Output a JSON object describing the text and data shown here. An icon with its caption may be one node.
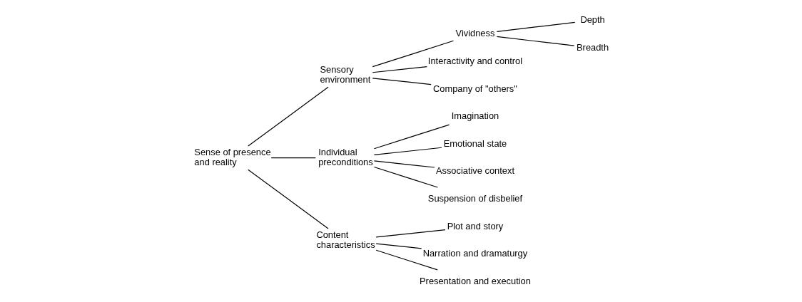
{
  "diagram": {
    "nodes": [
      {
        "text": [
          "Sense of presence and reality"
        ]
      },
      {
        "text": [
          "Sensory environment"
        ]
      },
      {
        "text": [
          "Vividness"
        ]
      },
      {
        "text": [
          "Depth"
        ]
      },
      {
        "text": [
          "Breadth"
        ]
      },
      {
        "text": [
          "Interactivity and control"
        ]
      },
      {
        "text": [
          "Company of \"others\""
        ]
      },
      {
        "text": [
          "Individual preconditions"
        ]
      },
      {
        "text": [
          "Imagination"
        ]
      },
      {
        "text": [
          "Emotional state"
        ]
      },
      {
        "text": [
          "Associative context"
        ]
      },
      {
        "text": [
          "Suspension of disbelief"
        ]
      },
      {
        "text": [
          "Content characteristics"
        ]
      },
      {
        "text": [
          "Plot and story"
        ]
      },
      {
        "text": [
          "Narration and dramaturgy"
        ]
      },
      {
        "text": [
          "Presentation and execution"
        ]
      }
    ],
    "edges": [
      {
        "from": 0,
        "to": 1,
        "arrow": "none"
      },
      {
        "from": 0,
        "to": 7,
        "arrow": "none"
      },
      {
        "from": 0,
        "to": 12,
        "arrow": "none"
      },
      {
        "from": 1,
        "to": 2,
        "arrow": "none"
      },
      {
        "from": 1,
        "to": 5,
        "arrow": "none"
      },
      {
        "from": 1,
        "to": 6,
        "arrow": "none"
      },
      {
        "from": 2,
        "to": 3,
        "arrow": "none"
      },
      {
        "from": 2,
        "to": 4,
        "arrow": "none"
      },
      {
        "from": 7,
        "to": 8,
        "arrow": "none"
      },
      {
        "from": 7,
        "to": 9,
        "arrow": "none"
      },
      {
        "from": 7,
        "to": 10,
        "arrow": "none"
      },
      {
        "from": 7,
        "to": 11,
        "arrow": "none"
      },
      {
        "from": 12,
        "to": 13,
        "arrow": "none"
      },
      {
        "from": 12,
        "to": 14,
        "arrow": "none"
      },
      {
        "from": 12,
        "to": 15,
        "arrow": "none"
      }
    ]
  }
}
